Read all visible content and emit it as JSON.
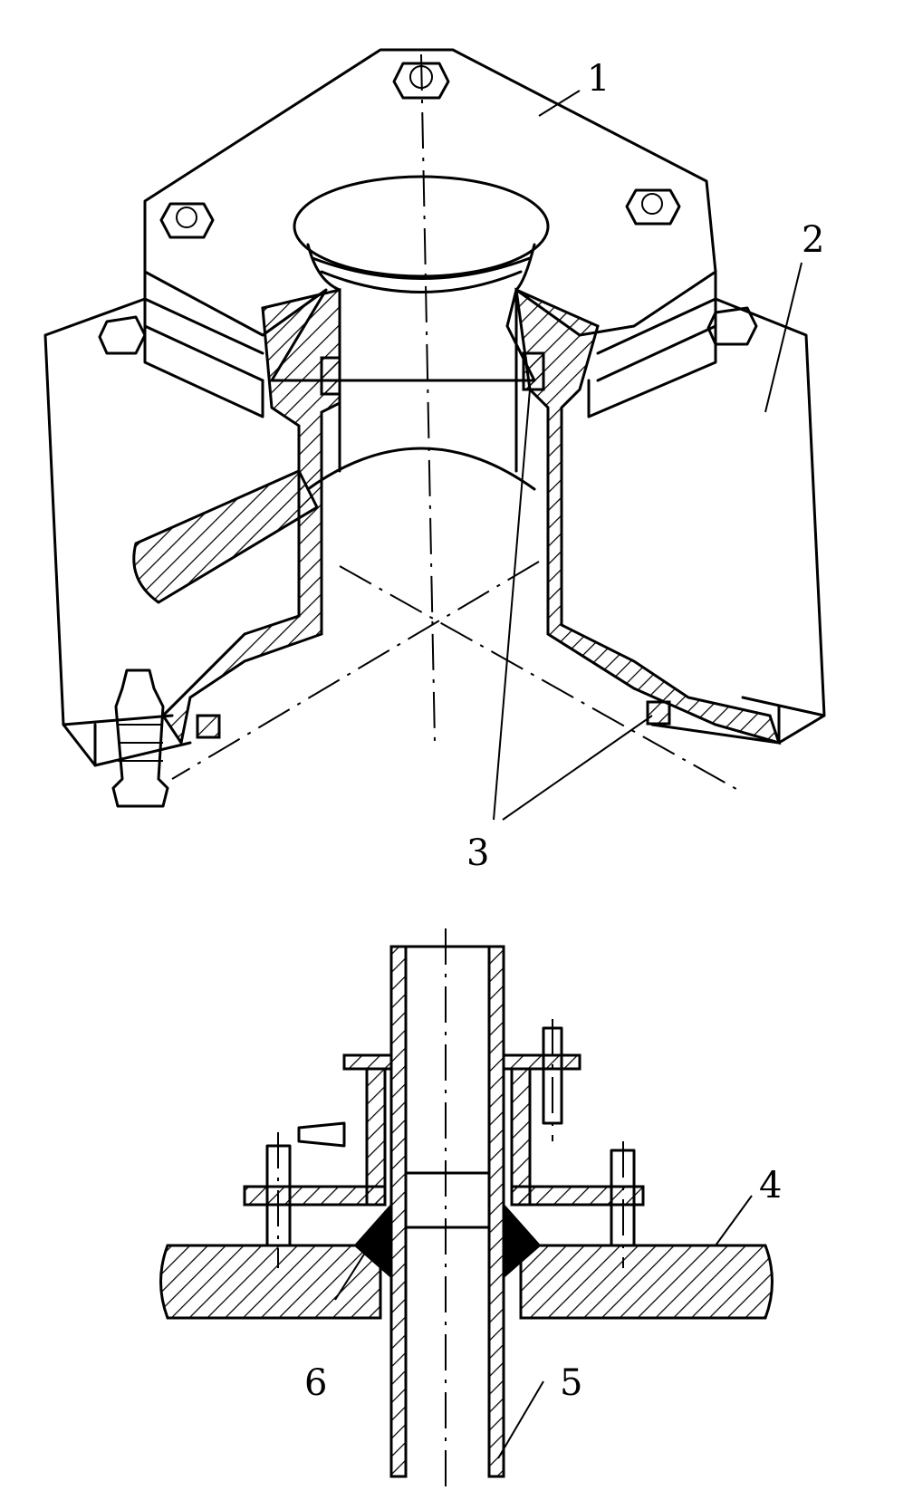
{
  "callouts": {
    "part1": "1",
    "part2": "2",
    "part3": "3",
    "part4": "4",
    "part5": "5",
    "part6": "6"
  }
}
